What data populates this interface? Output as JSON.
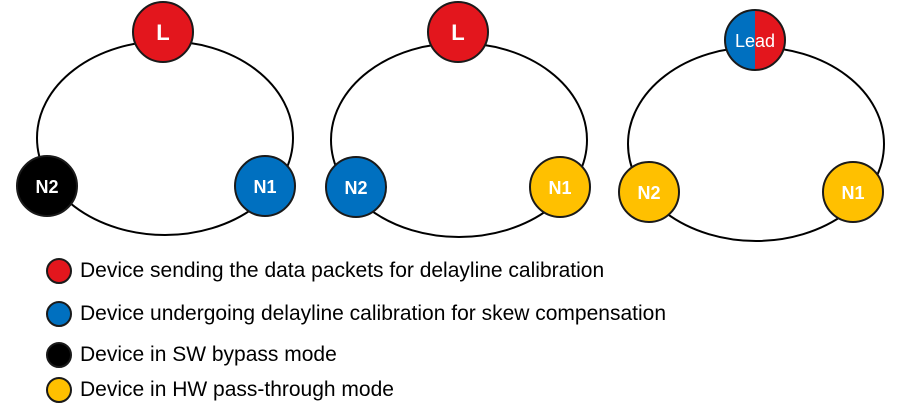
{
  "colors": {
    "red": "#e3161d",
    "blue": "#0070c0",
    "black": "#000000",
    "yellow": "#ffc000",
    "stroke": "#1a1a1a"
  },
  "diagrams": [
    {
      "nodes": {
        "top": {
          "label": "L",
          "fill": "red"
        },
        "right": {
          "label": "N1",
          "fill": "blue"
        },
        "left": {
          "label": "N2",
          "fill": "black"
        }
      }
    },
    {
      "nodes": {
        "top": {
          "label": "L",
          "fill": "red"
        },
        "right": {
          "label": "N1",
          "fill": "yellow"
        },
        "left": {
          "label": "N2",
          "fill": "blue"
        }
      }
    },
    {
      "nodes": {
        "top": {
          "label": "Lead",
          "fill": "split-blue-red"
        },
        "right": {
          "label": "N1",
          "fill": "yellow"
        },
        "left": {
          "label": "N2",
          "fill": "yellow"
        }
      }
    }
  ],
  "legend": [
    {
      "color": "red",
      "text": "Device sending the data packets for delayline calibration"
    },
    {
      "color": "blue",
      "text": "Device undergoing delayline calibration for skew compensation"
    },
    {
      "color": "black",
      "text": "Device in SW bypass mode"
    },
    {
      "color": "yellow",
      "text": "Device in HW pass-through mode"
    }
  ]
}
